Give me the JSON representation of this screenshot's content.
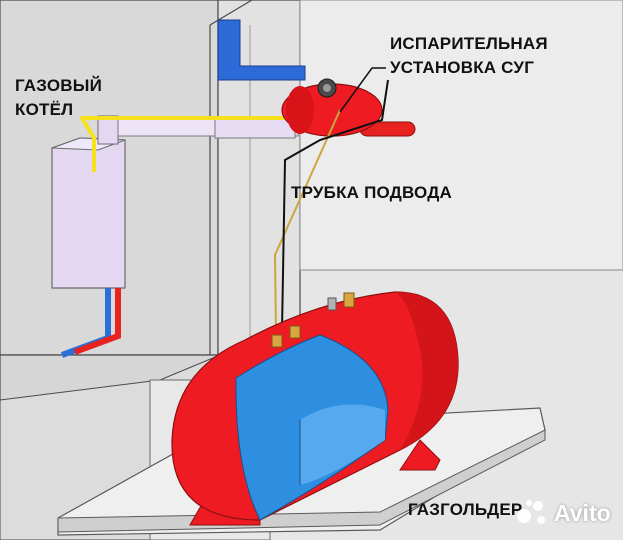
{
  "labels": {
    "boiler_line1": "ГАЗОВЫЙ",
    "boiler_line2": "КОТЁЛ",
    "evaporator_line1": "ИСПАРИТЕЛЬНАЯ",
    "evaporator_line2": "УСТАНОВКА СУГ",
    "supply_pipe": "ТРУБКА ПОДВОДА",
    "gas_holder": "ГАЗГОЛЬДЕР"
  },
  "watermark": {
    "text": "Avito"
  },
  "colors": {
    "wall": "#e4e4e4",
    "wall_edge": "#5a5a5a",
    "tank_red": "#ee1c22",
    "tank_cutaway_blue": "#2e8fe0",
    "boiler_body": "#e3d7f2",
    "gas_line_yellow": "#f5e21b",
    "water_pipe_blue": "#2a6fd6",
    "water_pipe_red": "#e8221e",
    "vent_blue": "#2c6ad8",
    "supply_tube": "#c9a840"
  }
}
